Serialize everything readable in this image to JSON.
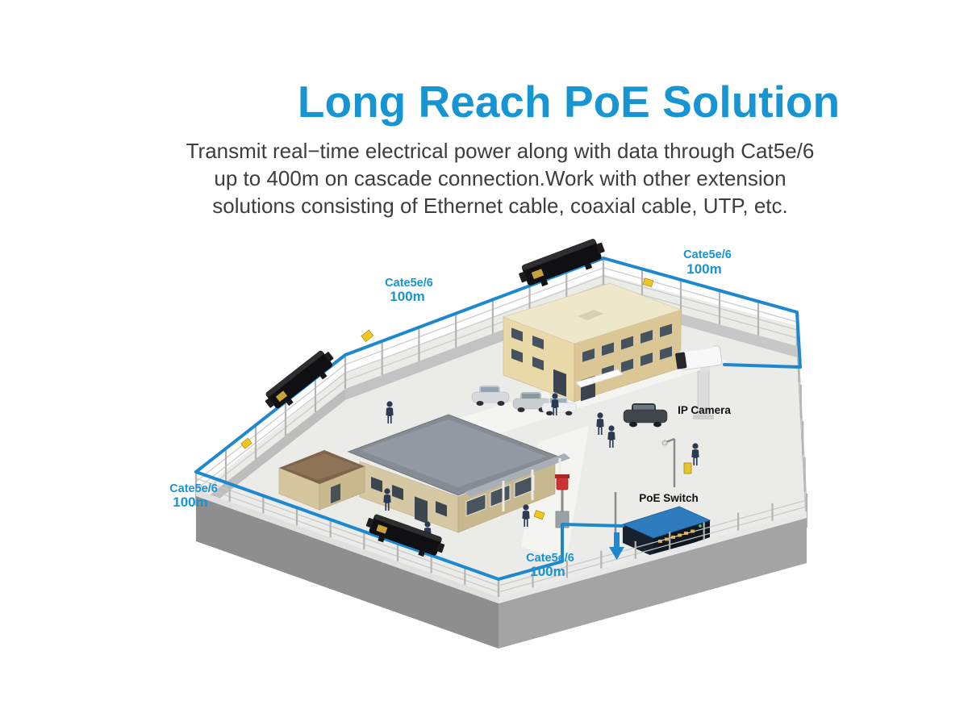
{
  "header": {
    "title": "Long Reach PoE Solution",
    "subtitle_lines": [
      "Transmit real−time electrical power along with data through Cat5e/6",
      "up to 400m on cascade connection.Work with other extension",
      "solutions consisting of Ethernet cable, coaxial cable, UTP, etc."
    ]
  },
  "diagram": {
    "cable_labels": [
      {
        "name": "Cate5e/6",
        "distance": "100m"
      },
      {
        "name": "Cate5e/6",
        "distance": "100m"
      },
      {
        "name": "Cate5e/6",
        "distance": "100m"
      },
      {
        "name": "Cate5e/6",
        "distance": "100m"
      }
    ],
    "devices": {
      "ip_camera": "IP Camera",
      "poe_switch": "PoE Switch"
    },
    "colors": {
      "title_blue": "#1795d3",
      "cable_blue": "#1e88cf"
    }
  }
}
